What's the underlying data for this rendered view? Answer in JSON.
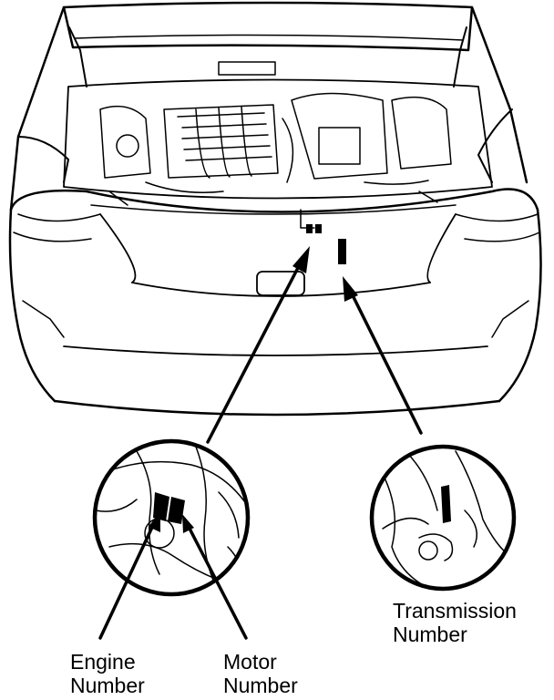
{
  "labels": {
    "transmission": [
      "Transmission",
      "Number"
    ],
    "engine": [
      "Engine",
      "Number"
    ],
    "motor": [
      "Motor",
      "Number"
    ]
  },
  "colors": {
    "line": "#000000",
    "background": "#ffffff"
  }
}
